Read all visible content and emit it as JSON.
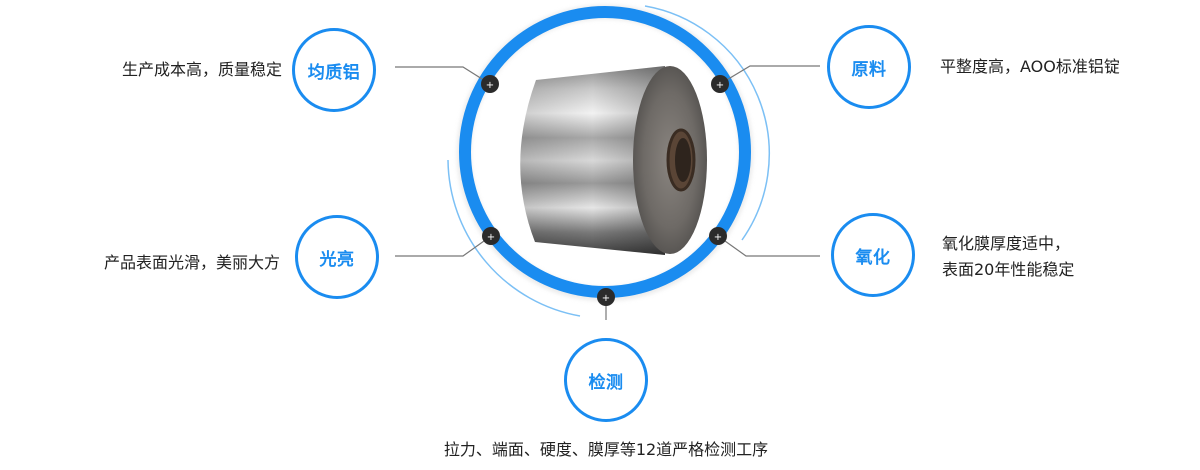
{
  "colors": {
    "accent": "#1a8cf0",
    "accent_light": "#7cc0f5",
    "connector": "#777777",
    "dot": "#2b2b2b",
    "text": "#222222"
  },
  "center": {
    "image": "aluminum-coil",
    "ring_color": "#1a8cf0"
  },
  "features": [
    {
      "id": "uniform-aluminum",
      "label": "均质铝",
      "description": "生产成本高，质量稳定"
    },
    {
      "id": "raw-material",
      "label": "原料",
      "description": "平整度高，AOO标准铝锭"
    },
    {
      "id": "glossy",
      "label": "光亮",
      "description": "产品表面光滑，美丽大方"
    },
    {
      "id": "oxidation",
      "label": "氧化",
      "description_line1": "氧化膜厚度适中，",
      "description_line2": "表面20年性能稳定"
    },
    {
      "id": "inspection",
      "label": "检测",
      "description": "拉力、端面、硬度、膜厚等12道严格检测工序"
    }
  ]
}
